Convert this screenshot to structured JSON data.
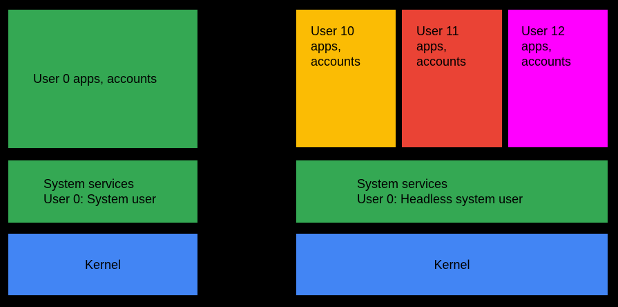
{
  "colors": {
    "background": "#000000",
    "text": "#000000",
    "green": "#34A853",
    "blue": "#4285F4",
    "yellow": "#FBBC04",
    "red": "#EA4335",
    "magenta": "#FF00FF"
  },
  "left_system": {
    "user_apps_label": "User 0 apps, accounts",
    "system_services_lines": [
      "System services",
      "User 0: System user"
    ],
    "kernel_label": "Kernel"
  },
  "right_system": {
    "user_boxes": [
      {
        "name": "user-10",
        "color": "#FBBC04",
        "lines": [
          "User 10",
          "apps,",
          "accounts"
        ]
      },
      {
        "name": "user-11",
        "color": "#EA4335",
        "lines": [
          "User 11",
          "apps,",
          "accounts"
        ]
      },
      {
        "name": "user-12",
        "color": "#FF00FF",
        "lines": [
          "User 12",
          "apps,",
          "accounts"
        ]
      }
    ],
    "system_services_lines": [
      "System services",
      "User 0: Headless system user"
    ],
    "kernel_label": "Kernel"
  }
}
